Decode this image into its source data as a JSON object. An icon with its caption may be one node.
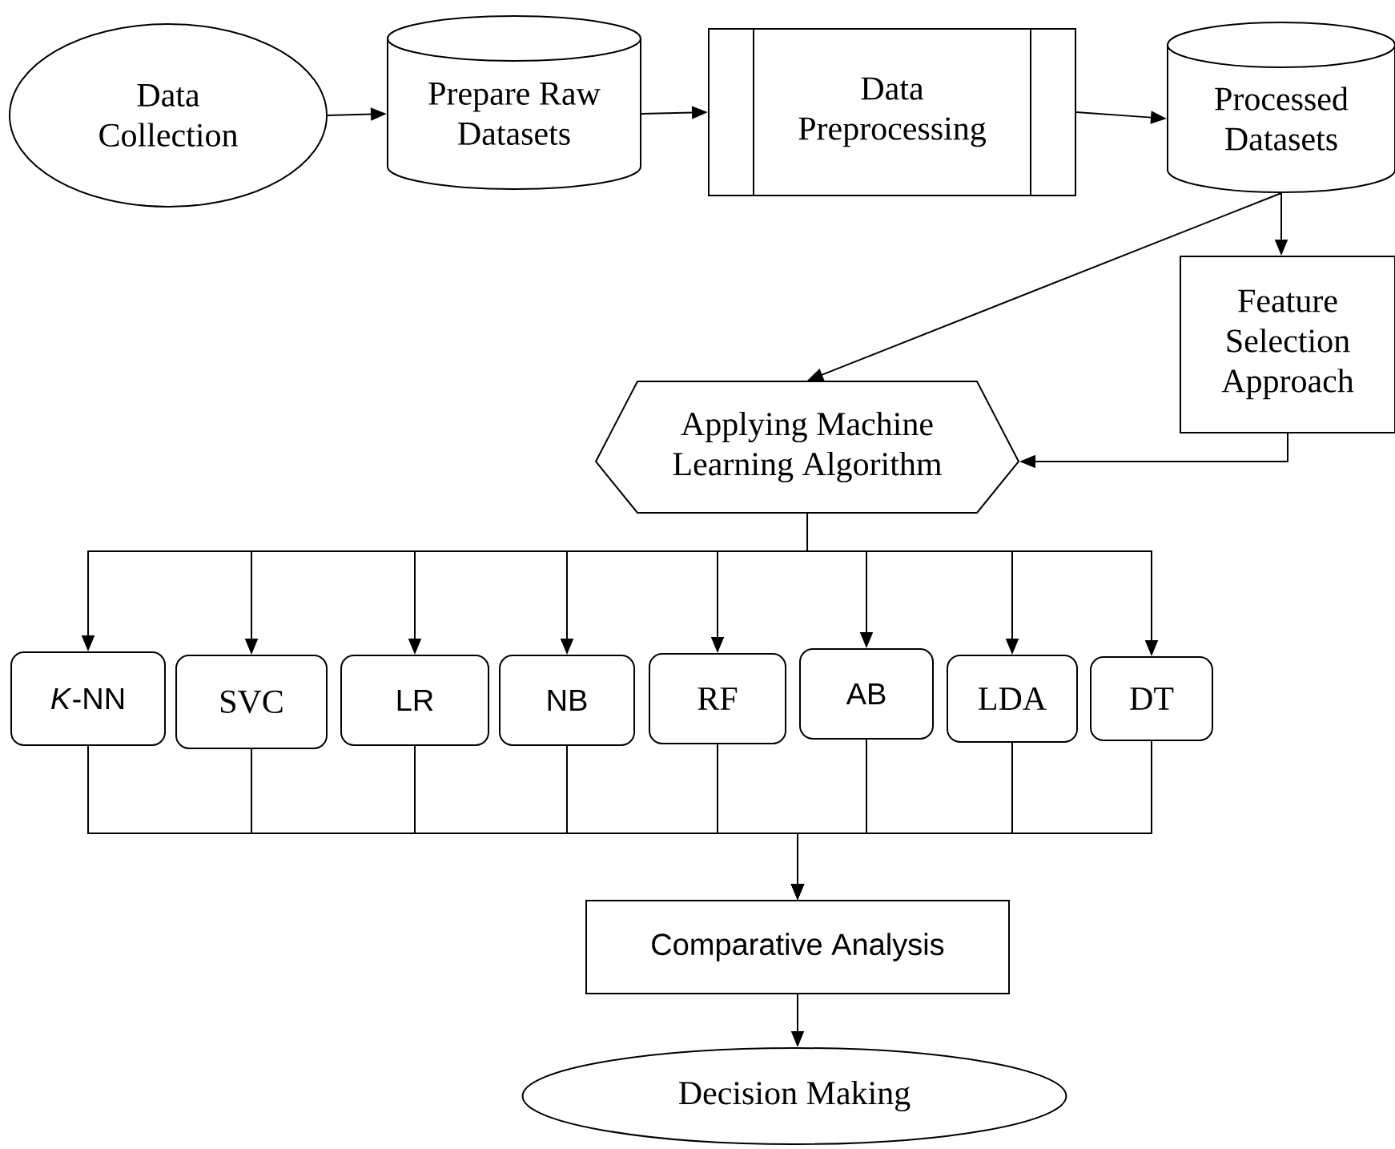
{
  "diagram": {
    "nodes": [
      {
        "text": [
          "Data Collection"
        ]
      },
      {
        "text": [
          "Prepare Raw Datasets"
        ]
      },
      {
        "text": [
          "Data Preprocessing"
        ]
      },
      {
        "text": [
          "Processed Datasets"
        ]
      },
      {
        "text": [
          "Feature Selection Approach"
        ]
      },
      {
        "text": [
          "Applying Machine Learning Algorithm"
        ]
      },
      {
        "text": [
          "*K*-NN"
        ]
      },
      {
        "text": [
          "SVC"
        ]
      },
      {
        "text": [
          "LR"
        ]
      },
      {
        "text": [
          "NB"
        ]
      },
      {
        "text": [
          "RF"
        ]
      },
      {
        "text": [
          "AB"
        ]
      },
      {
        "text": [
          "LDA"
        ]
      },
      {
        "text": [
          "DT"
        ]
      },
      {
        "text": [
          "Comparative Analysis"
        ]
      },
      {
        "text": [
          "Decision Making"
        ]
      }
    ],
    "edges": [
      {
        "from": 0,
        "to": 1,
        "arrow": "to"
      },
      {
        "from": 1,
        "to": 2,
        "arrow": "to"
      },
      {
        "from": 2,
        "to": 3,
        "arrow": "to"
      },
      {
        "from": 3,
        "to": 5,
        "arrow": "to"
      },
      {
        "from": 3,
        "to": 4,
        "arrow": "to"
      },
      {
        "from": 4,
        "to": 5,
        "arrow": "to"
      },
      {
        "from": 5,
        "to": 6,
        "arrow": "to"
      },
      {
        "from": 5,
        "to": 7,
        "arrow": "to"
      },
      {
        "from": 5,
        "to": 8,
        "arrow": "to"
      },
      {
        "from": 5,
        "to": 9,
        "arrow": "to"
      },
      {
        "from": 5,
        "to": 10,
        "arrow": "to"
      },
      {
        "from": 5,
        "to": 11,
        "arrow": "to"
      },
      {
        "from": 5,
        "to": 12,
        "arrow": "to"
      },
      {
        "from": 5,
        "to": 13,
        "arrow": "to"
      },
      {
        "from": 6,
        "to": 14,
        "arrow": "to"
      },
      {
        "from": 7,
        "to": 14,
        "arrow": "to"
      },
      {
        "from": 8,
        "to": 14,
        "arrow": "to"
      },
      {
        "from": 9,
        "to": 14,
        "arrow": "to"
      },
      {
        "from": 10,
        "to": 14,
        "arrow": "to"
      },
      {
        "from": 11,
        "to": 14,
        "arrow": "to"
      },
      {
        "from": 12,
        "to": 14,
        "arrow": "to"
      },
      {
        "from": 13,
        "to": 14,
        "arrow": "to"
      },
      {
        "from": 14,
        "to": 15,
        "arrow": "to"
      }
    ]
  }
}
